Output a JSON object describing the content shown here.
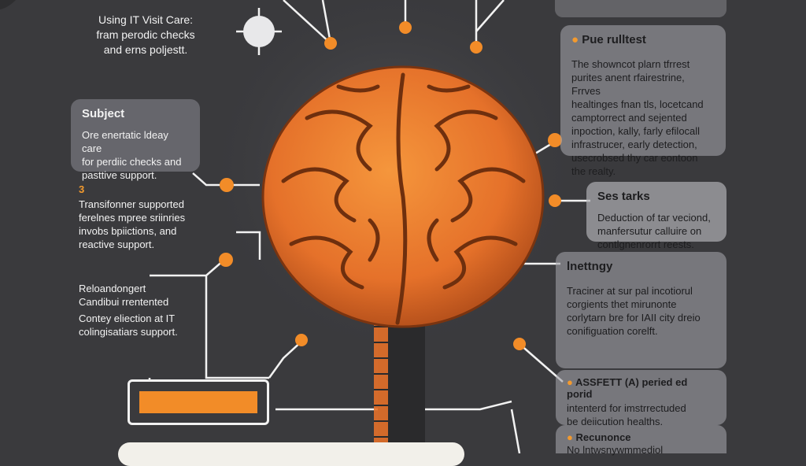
{
  "colors": {
    "background": "#3a3a3d",
    "accent": "#f28c28",
    "brain": "#e97a2a",
    "line": "#f2f2f2"
  },
  "left": {
    "intro": {
      "line1": "Using IT Visit Care:",
      "line2": "fram perodic checks",
      "line3": "and erns poljestt."
    },
    "subject_card": {
      "title": "Subject",
      "line1": "Ore enertatic ldeay care",
      "line2": "for perdiic checks and",
      "line3": "pasttive support."
    },
    "block3": {
      "number": "3",
      "line1": "Transifonner supported",
      "line2": "ferelnes mpree sriinries",
      "line3": "invobs bpiictions, and",
      "line4": "reactive support."
    },
    "block4": {
      "line1": "Reloandongert",
      "line2": "Candibui rrentented",
      "line3": "Contey eliection at IT",
      "line4": "colingisatiars support."
    }
  },
  "right": {
    "card1": {
      "title": "Pue rulltest",
      "lines": [
        "The showncot plarn tfrrest",
        "purites anent rfairestrine, Frrves",
        "healtinges fnan tls, locetcand",
        "camptorrect and sejented",
        "inpoction, kally, farly efilocall",
        "infrastrucer, early detection,",
        "usecrobsed thy car eontoon",
        "the realty."
      ]
    },
    "card2": {
      "title": "Ses tarks",
      "lines": [
        "Deduction of tar veciond,",
        "manfersutur calluire on",
        "contlgnenrorrt reests."
      ]
    },
    "card3": {
      "title": "lnettngy",
      "lines": [
        "Traciner at sur pal incotiorul",
        "corgients thet mirunonte",
        "corlytarn bre for IAII city dreio",
        "conifiguation corelft."
      ]
    },
    "card4": {
      "title": "ASSFETT (A) peried ed porid",
      "lines": [
        "intenterd for imstrrectuded",
        "be deiicution healths."
      ]
    },
    "card5": {
      "title": "Recunonce",
      "lines": [
        "No lntwsnywmmediol"
      ]
    }
  }
}
